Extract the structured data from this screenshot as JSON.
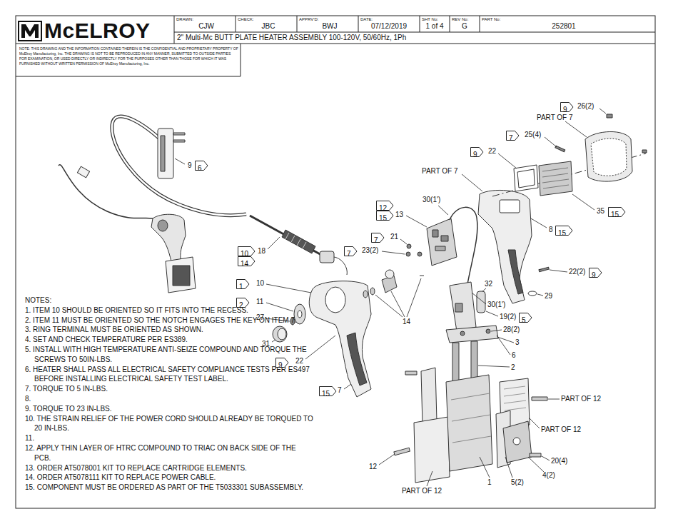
{
  "diagram": {
    "title": "2\" Multi-Mc BUTT PLATE HEATER ASSEMBLY 100-120V, 50/60Hz, 1Ph",
    "nodes": [
      {
        "text": [
          "9"
        ]
      },
      {
        "text": [
          "7"
        ]
      },
      {
        "text": [
          "9"
        ]
      },
      {
        "text": [
          "6"
        ]
      },
      {
        "text": [
          "15"
        ]
      },
      {
        "text": [
          "12"
        ]
      },
      {
        "text": [
          "15"
        ]
      },
      {
        "text": [
          "15"
        ]
      },
      {
        "text": [
          "7"
        ]
      },
      {
        "text": [
          "10"
        ]
      },
      {
        "text": [
          "7"
        ]
      },
      {
        "text": [
          "14"
        ]
      },
      {
        "text": [
          "9"
        ]
      },
      {
        "text": [
          "1"
        ]
      },
      {
        "text": [
          "2"
        ]
      },
      {
        "text": [
          "5"
        ]
      },
      {
        "text": [
          "9"
        ]
      },
      {
        "text": [
          "15"
        ]
      }
    ],
    "labels": [
      "McELROY",
      "DRAWN:",
      "CJW",
      "CHECK:",
      "JBC",
      "APPRV'D:",
      "BWJ",
      "DATE:",
      "07/12/2019",
      "SHT No:",
      "1 of 4",
      "REV No:",
      "G",
      "PART No:",
      "252801",
      "NOTE: THIS DRAWING AND THE INFORMATION CONTAINED THEREIN IS THE CONFIDENTIAL AND PROPRIETARY PROPERTY OF McElroy Manufacturing, Inc. THE DRAWING IS NOT TO BE REPRODUCED IN ANY MANNER, SUBMITTED TO OUTSIDE PARTIES FOR EXAMINATION, OR USED DIRECTLY OR INDIRECTLY FOR THE PURPOSES OTHER THAN THOSE FOR WHICH IT WAS FURNISHED WITHOUT WRITTEN PERMISSION OF McElroy Manufacturing, Inc.",
      "NOTES:",
      "1. ITEM 10 SHOULD BE ORIENTED SO IT FITS INTO THE RECESS.",
      "2. ITEM 11 MUST BE ORIENTED SO THE NOTCH ENGAGES THE KEY ON ITEM 7.",
      "3. RING TERMINAL MUST BE ORIENTED AS SHOWN.",
      "4. SET AND CHECK TEMPERATURE PER ES389.",
      "5. INSTALL WITH HIGH TEMPERATURE ANTI-SEIZE COMPOUND AND TORQUE THE SCREWS TO 50IN-LBS.",
      "6. HEATER SHALL PASS ALL ELECTRICAL SAFETY COMPLIANCE TESTS PER ES497 BEFORE INSTALLING ELECTRICAL SAFETY TEST LABEL.",
      "7. TORQUE TO 5 IN-LBS.",
      "8.",
      "9. TORQUE TO 23 IN-LBS.",
      "10. THE STRAIN RELIEF OF THE POWER CORD SHOULD ALREADY BE TORQUED TO 20 IN-LBS.",
      "11.",
      "12. APPLY THIN LAYER OF HTRC COMPOUND TO TRIAC ON BACK SIDE OF THE PCB.",
      "13. ORDER AT5078001 KIT TO REPLACE CARTRIDGE ELEMENTS.",
      "14. ORDER AT5078111 KIT TO REPLACE POWER CABLE.",
      "15. COMPONENT MUST BE ORDERED AS PART OF THE T5033301 SUBASSEMBLY.",
      "9",
      "26(2)",
      "PART OF 7",
      "25(4)",
      "22",
      "PART OF 7",
      "35",
      "8",
      "30(1')",
      "13",
      "21",
      "23(2)",
      "18",
      "10",
      "11",
      "27",
      "31",
      "22",
      "7",
      "14",
      "32",
      "29",
      "30(1')",
      "19(2)",
      "28(2)",
      "3",
      "6",
      "2",
      "22(2)",
      "PART OF 12",
      "PART OF 12",
      "PART OF 12",
      "12",
      "1",
      "5(2)",
      "4(2)",
      "20(4)"
    ]
  }
}
